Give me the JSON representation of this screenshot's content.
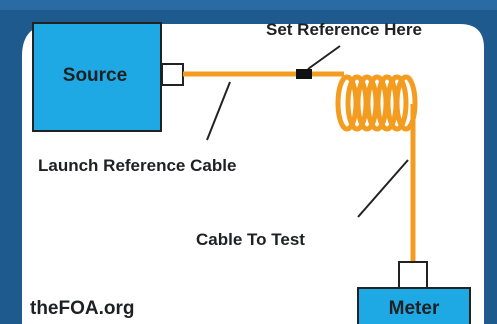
{
  "labels": {
    "source": "Source",
    "set_reference": "Set Reference Here",
    "launch_cable": "Launch Reference Cable",
    "cable_to_test": "Cable To Test",
    "meter": "Meter",
    "watermark": "theFOA.org"
  },
  "colors": {
    "frame": "#1f5a8f",
    "box_fill": "#1ea9e5",
    "fiber": "#f39c1f",
    "text": "#1e2022"
  }
}
